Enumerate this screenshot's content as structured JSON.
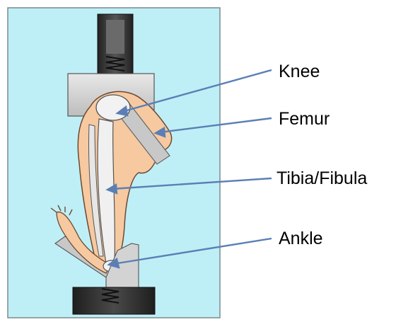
{
  "labels": {
    "knee": "Knee",
    "femur": "Femur",
    "tibia_fibula": "Tibia/Fibula",
    "ankle": "Ankle"
  },
  "colors": {
    "background_panel": "#bfeff6",
    "panel_border": "#7a8a8c",
    "clamp_dark": "#3a3a3a",
    "clamp_light": "#d9d9d9",
    "skin": "#f6c9a0",
    "bone": "#ececec",
    "arrow": "#5b7fb5"
  }
}
